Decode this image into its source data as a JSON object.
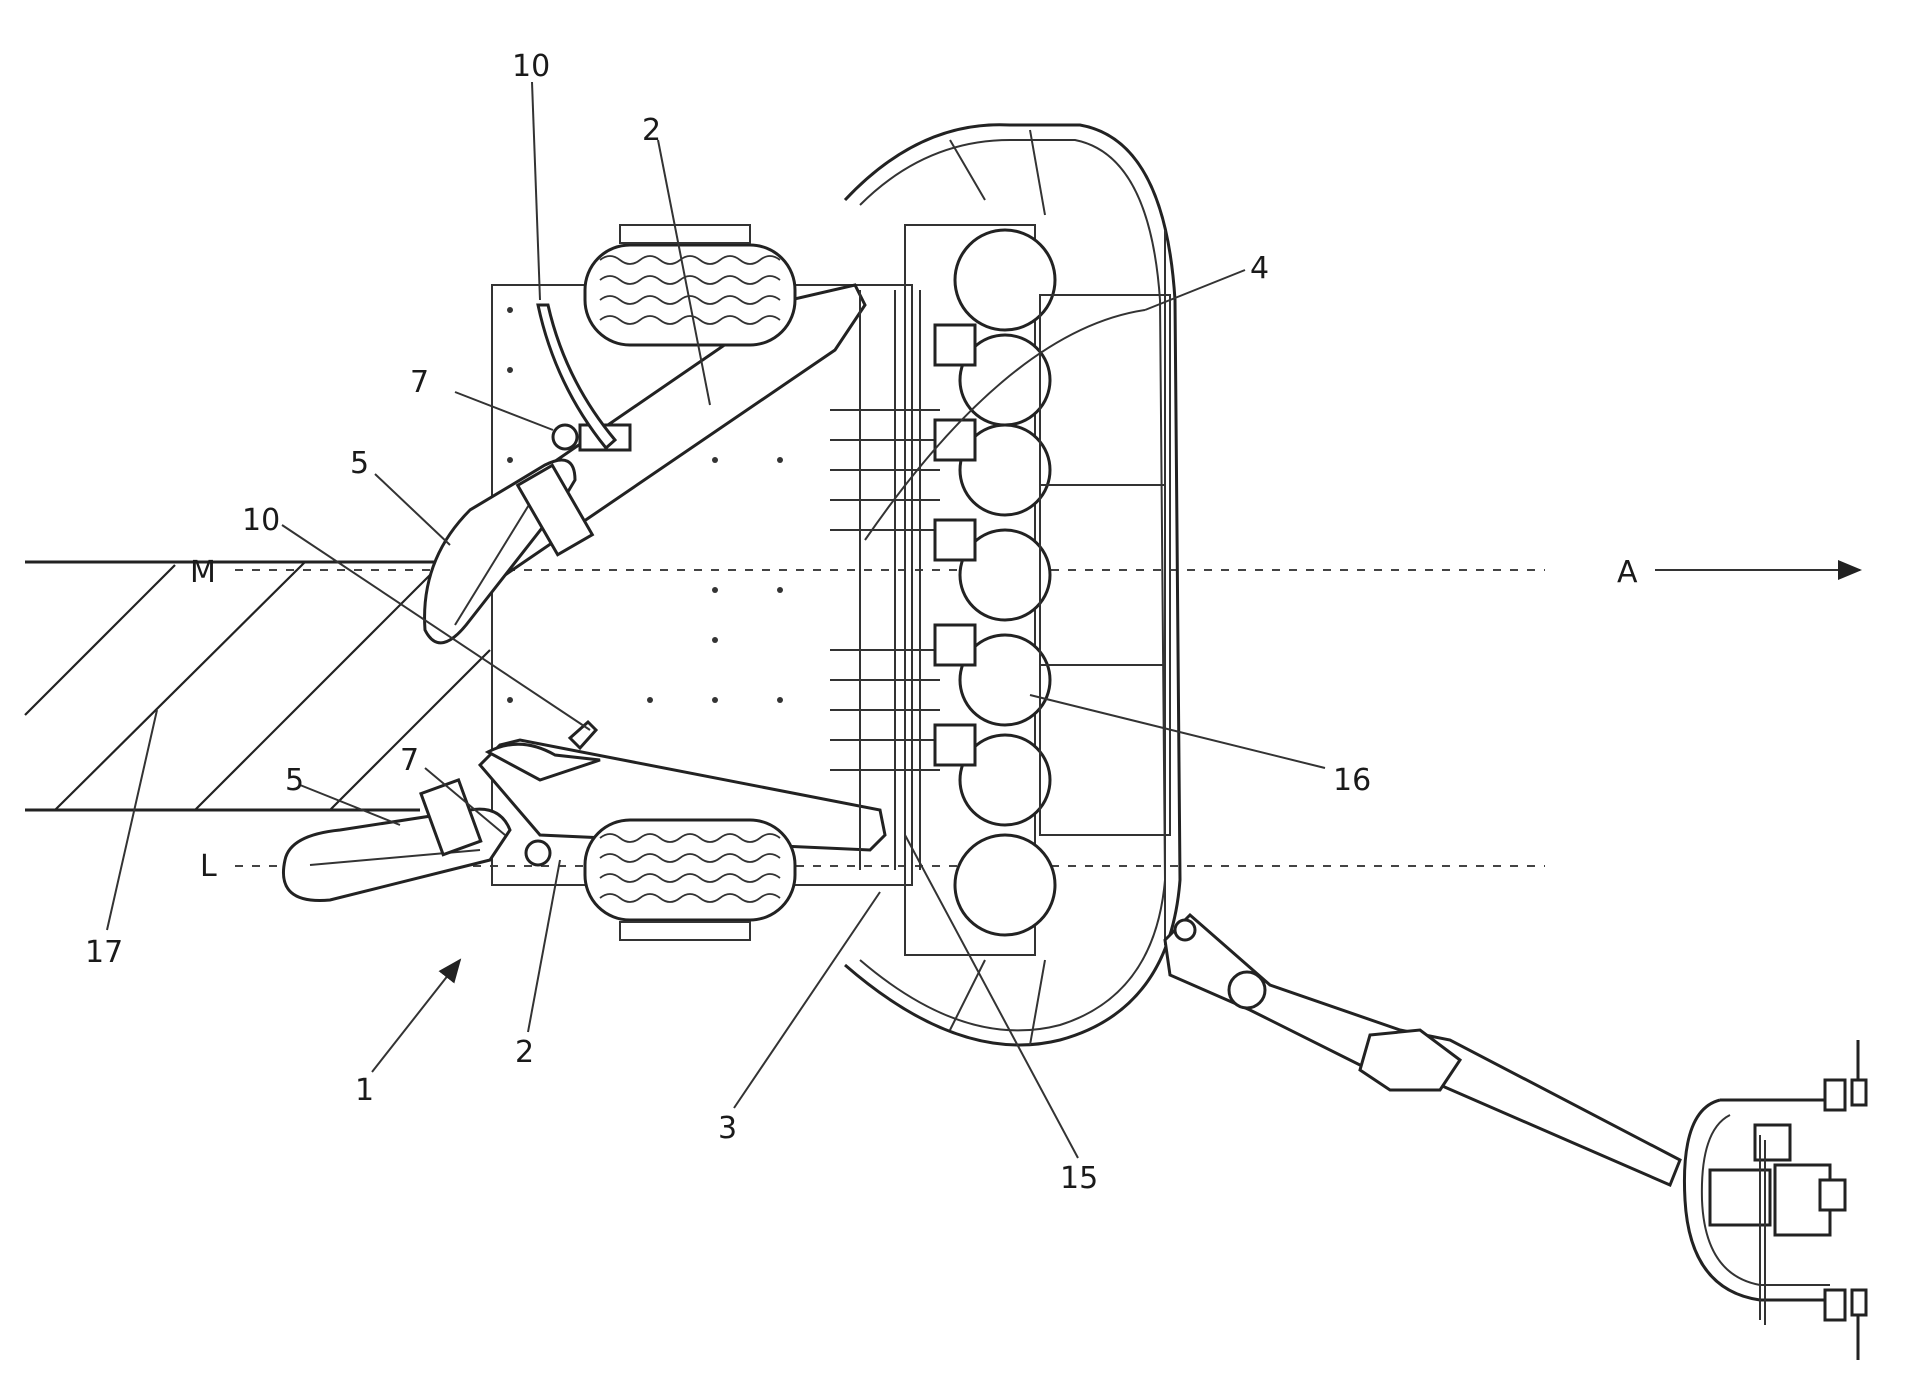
{
  "labels": {
    "l10_top": "10",
    "l2_top": "2",
    "l4": "4",
    "l7_top": "7",
    "l5_top": "5",
    "l10_mid": "10",
    "l_m": "M",
    "l_a": "A",
    "l16": "16",
    "l5_bottom": "5",
    "l7_bottom": "7",
    "l_l": "L",
    "l17": "17",
    "l2_bottom": "2",
    "l1": "1",
    "l3": "3",
    "l15": "15"
  }
}
